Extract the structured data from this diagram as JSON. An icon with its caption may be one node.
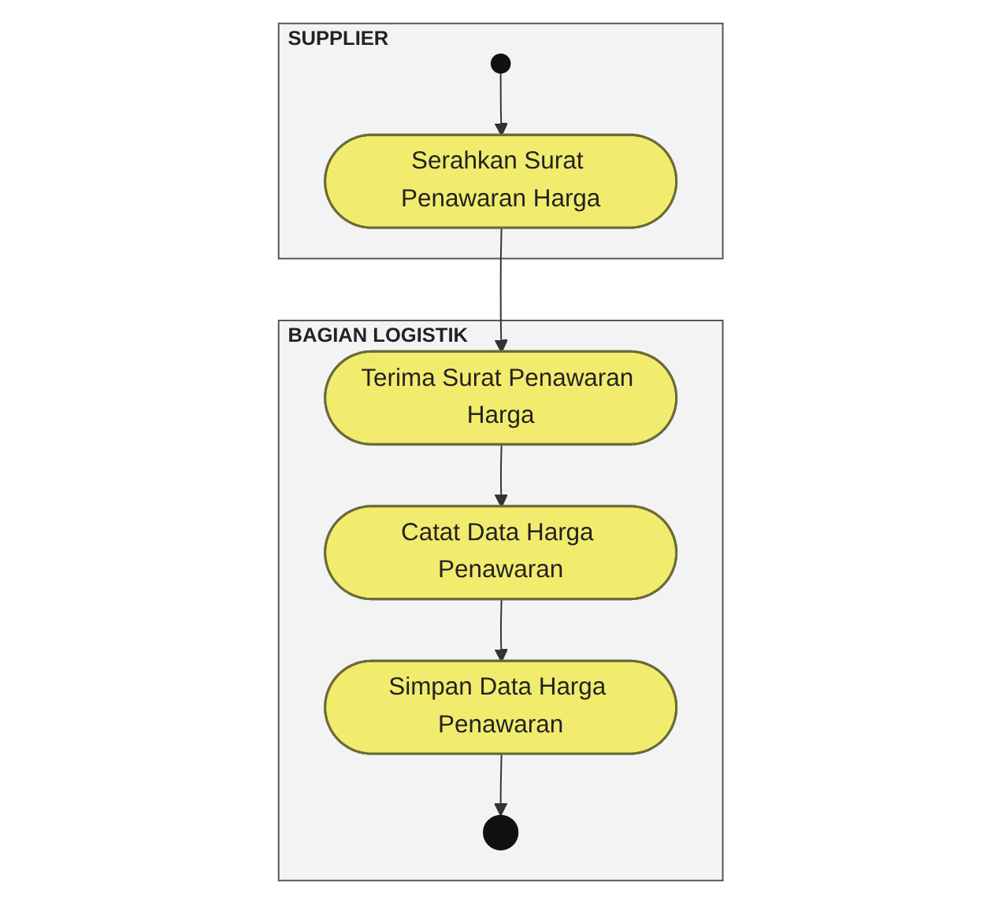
{
  "diagram": {
    "nodes": [
      {
        "text": [
          "SUPPLIER"
        ]
      },
      {
        "text": [
          "BAGIAN LOGISTIK"
        ]
      },
      {
        "text": [],
        "shape": "circle",
        "in": 0
      },
      {
        "text": [
          "Serahkan Surat Penawaran Harga"
        ],
        "in": 0
      },
      {
        "text": [
          "Terima Surat Penawaran Harga"
        ],
        "in": 1
      },
      {
        "text": [
          "Catat Data Harga Penawaran"
        ],
        "in": 1
      },
      {
        "text": [
          "Simpan Data Harga Penawaran"
        ],
        "in": 1
      },
      {
        "text": [],
        "shape": "circle",
        "in": 1
      }
    ],
    "edges": [
      {
        "from": 2,
        "to": 3,
        "arrow": "to"
      },
      {
        "from": 3,
        "to": 4,
        "arrow": "to"
      },
      {
        "from": 4,
        "to": 5,
        "arrow": "to"
      },
      {
        "from": 5,
        "to": 6,
        "arrow": "to"
      },
      {
        "from": 6,
        "to": 7,
        "arrow": "to"
      }
    ]
  }
}
